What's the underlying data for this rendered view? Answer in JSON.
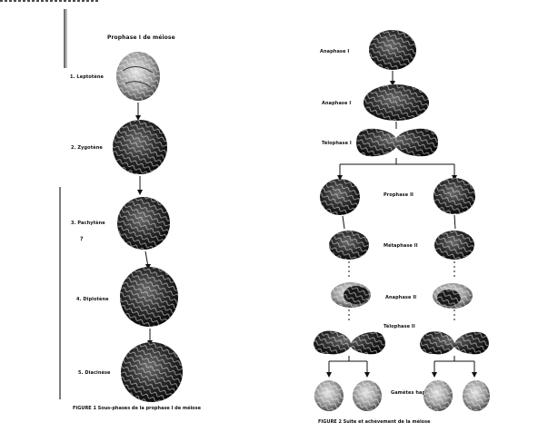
{
  "left_panel": {
    "title": "Prophase I de méiose",
    "stages": [
      {
        "label": "1. Leptotène"
      },
      {
        "label": "2. Zygotène"
      },
      {
        "label": "3. Pachytène"
      },
      {
        "label": "4. Diplotène"
      },
      {
        "label": "5. Diacinèse"
      }
    ],
    "pachytene_note": "?",
    "caption": "FIGURE 1 Sous-phases de la prophase I de méiose"
  },
  "right_panel": {
    "stages": [
      {
        "label": "Anaphase I"
      },
      {
        "label": "Anaphase I"
      },
      {
        "label": "Télophase I"
      },
      {
        "label": "Prophase II"
      },
      {
        "label": "Métaphase II"
      },
      {
        "label": "Anaphase II"
      },
      {
        "label": "Télophase II"
      },
      {
        "label": "Gamètes haploïdes"
      }
    ],
    "caption": "FIGURE 2 Suite et achèvement de la méiose"
  }
}
